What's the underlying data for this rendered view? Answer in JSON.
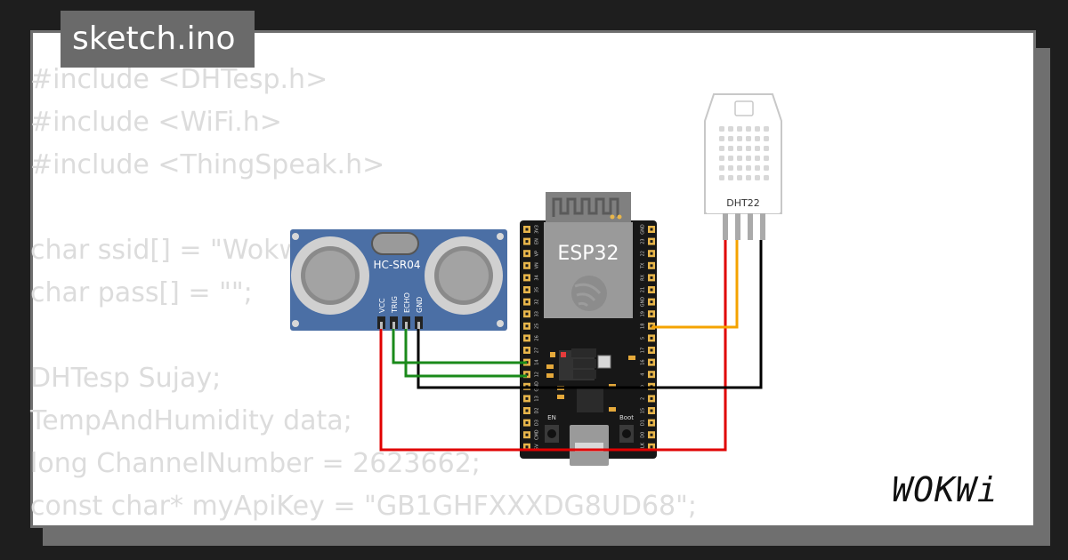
{
  "file_tab": {
    "label": "sketch.ino"
  },
  "code_lines": [
    "#include <DHTesp.h>",
    "#include <WiFi.h>",
    "#include <ThingSpeak.h>",
    "",
    "char ssid[] = \"Wokwi-GUEST\";",
    "char pass[] = \"\";",
    "",
    "DHTesp Sujay;",
    "TempAndHumidity data;",
    "long ChannelNumber = 2623662;",
    "const char* myApiKey = \"GB1GHFXXXDG8UD68\";"
  ],
  "components": {
    "ultrasonic": {
      "name": "HC-SR04",
      "pins": [
        "VCC",
        "TRIG",
        "ECHO",
        "GND"
      ]
    },
    "mcu": {
      "name": "ESP32",
      "en_label": "EN",
      "boot_label": "Boot",
      "left_pins": [
        "3V3",
        "EN",
        "VP",
        "VN",
        "34",
        "35",
        "32",
        "33",
        "25",
        "26",
        "27",
        "14",
        "12",
        "GND",
        "13",
        "D2",
        "D3",
        "CMD",
        "5V"
      ],
      "right_pins": [
        "GND",
        "23",
        "22",
        "TX",
        "RX",
        "21",
        "GND",
        "19",
        "18",
        "5",
        "17",
        "16",
        "4",
        "0",
        "2",
        "15",
        "D1",
        "D0",
        "CLK"
      ]
    },
    "sensor": {
      "name": "DHT22"
    }
  },
  "wire_colors": {
    "power": "#e00000",
    "ground": "#000000",
    "signal": "#1a8a1a",
    "data": "#f4a300"
  },
  "brand": {
    "logo_text": "WOKWi"
  }
}
